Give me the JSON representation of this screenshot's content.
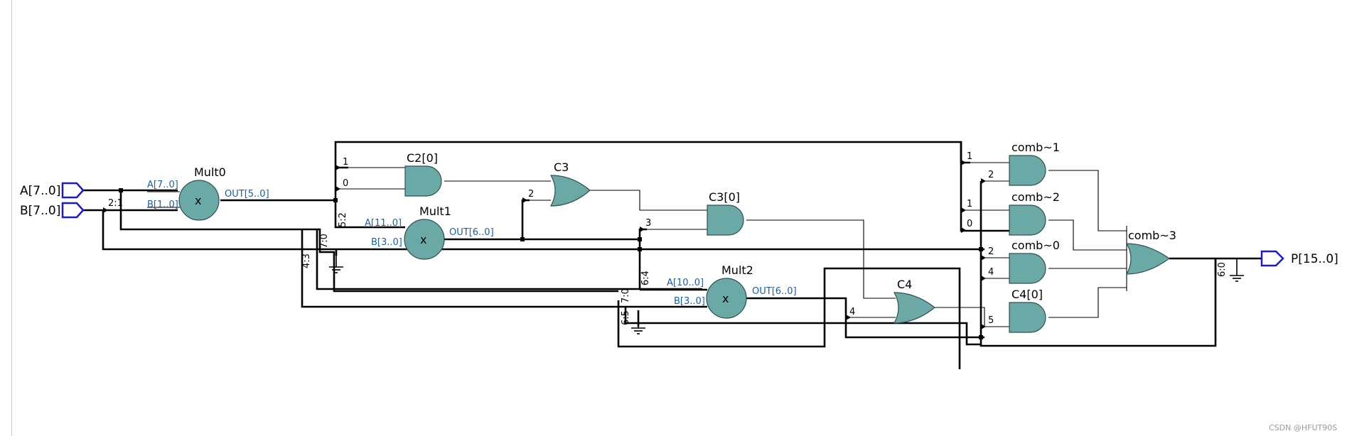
{
  "inputs": {
    "a": "A[7..0]",
    "b": "B[7..0]"
  },
  "output": {
    "p": "P[15..0]"
  },
  "blocks": {
    "mult0": "Mult0",
    "mult1": "Mult1",
    "mult2": "Mult2",
    "c2": "C2[0]",
    "c3": "C3",
    "c3_0": "C3[0]",
    "c4": "C4",
    "c4_0": "C4[0]",
    "comb1": "comb~1",
    "comb2": "comb~2",
    "comb0": "comb~0",
    "comb3": "comb~3"
  },
  "mult_symbol": "x",
  "ports": {
    "mult0_a": "A[7..0]",
    "mult0_b": "B[1..0]",
    "mult0_out": "OUT[5..0]",
    "mult1_a": "A[11..0]",
    "mult1_b": "B[3..0]",
    "mult1_out": "OUT[6..0]",
    "mult2_a": "A[10..0]",
    "mult2_b": "B[3..0]",
    "mult2_out": "OUT[6..0]"
  },
  "bit_labels": {
    "b_2_1": "2:1",
    "s_5_2": "5:2",
    "s_7_0a": "7:0",
    "s_4_3": "4:3",
    "s_6_4": "6:4",
    "s_7_0b": "7:0",
    "s_6_5": "6:5",
    "s_6_0": "6:0",
    "c2_in1": "1",
    "c2_in0": "0",
    "c3_in2": "2",
    "c30_in3": "3",
    "c4_in4": "4",
    "cb1_1": "1",
    "cb1_2": "2",
    "cb2_1": "1",
    "cb2_0": "0",
    "cb0_2": "2",
    "cb0_4": "4",
    "c40_5": "5"
  },
  "watermark": "CSDN @HFUT90S",
  "colors": {
    "gate_fill": "#6aa9a6",
    "pin_text": "#1a5fa8",
    "io_port": "#1a1acc"
  }
}
